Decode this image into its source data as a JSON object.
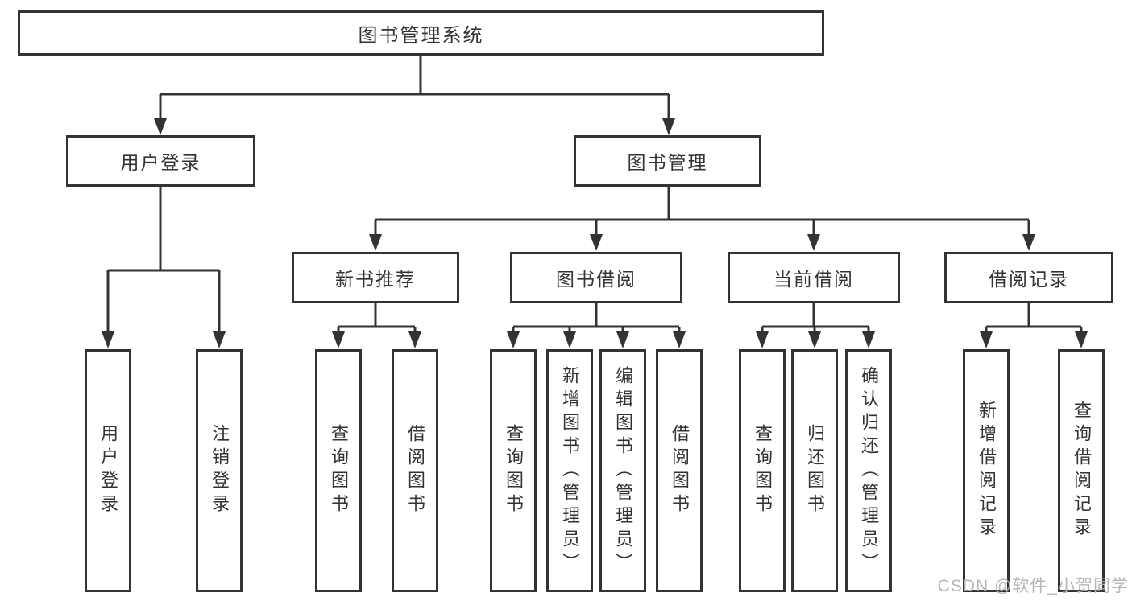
{
  "diagram_type": "hierarchy-tree",
  "tree": {
    "label": "图书管理系统",
    "children": [
      {
        "label": "用户登录",
        "children": [
          {
            "label": "用户登录"
          },
          {
            "label": "注销登录"
          }
        ]
      },
      {
        "label": "图书管理",
        "children": [
          {
            "label": "新书推荐",
            "children": [
              {
                "label": "查询图书"
              },
              {
                "label": "借阅图书"
              }
            ]
          },
          {
            "label": "图书借阅",
            "children": [
              {
                "label": "查询图书"
              },
              {
                "label": "新增图书（管理员）"
              },
              {
                "label": "编辑图书（管理员）"
              },
              {
                "label": "借阅图书"
              }
            ]
          },
          {
            "label": "当前借阅",
            "children": [
              {
                "label": "查询图书"
              },
              {
                "label": "归还图书"
              },
              {
                "label": "确认归还（管理员）"
              }
            ]
          },
          {
            "label": "借阅记录",
            "children": [
              {
                "label": "新增借阅记录"
              },
              {
                "label": "查询借阅记录"
              }
            ]
          }
        ]
      }
    ]
  },
  "watermark": "CSDN @软件_小贺同学",
  "colors": {
    "line": "#333333",
    "box_border": "#333333",
    "box_fill": "#ffffff",
    "text": "#333333",
    "watermark": "#b3b7bc"
  }
}
